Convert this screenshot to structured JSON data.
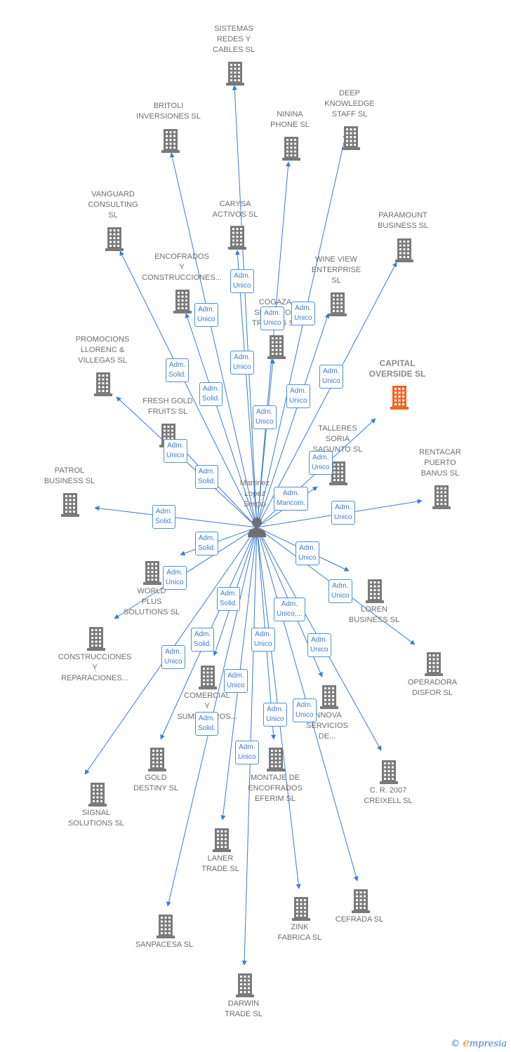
{
  "person": {
    "name": "Martinez\nLopez\nSergio"
  },
  "colors": {
    "edge": "#3a7bd5",
    "building": "#7a7a7a",
    "highlight": "#f26522"
  },
  "companies": [
    {
      "id": "sistemas",
      "name": "SISTEMAS\nREDES Y\nCABLES  SL",
      "role": "Adm.\nUnico",
      "highlight": false
    },
    {
      "id": "britoli",
      "name": "BRITOLI\nINVERSIONES SL",
      "role": "Adm.\nUnico",
      "highlight": false
    },
    {
      "id": "ninina",
      "name": "NININA\nPHONE  SL",
      "role": "Adm.\nUnico",
      "highlight": false
    },
    {
      "id": "deep",
      "name": "DEEP\nKNOWLEDGE\nSTAFF SL",
      "role": "Adm.\nUnico",
      "highlight": false
    },
    {
      "id": "vanguard",
      "name": "VANGUARD\nCONSULTING\nSL",
      "role": "Adm.\nSolid.",
      "highlight": false
    },
    {
      "id": "carysa",
      "name": "CARYSA\nACTIVOS  SL",
      "role": "Adm.\nUnico",
      "highlight": false
    },
    {
      "id": "paramount",
      "name": "PARAMOUNT\nBUSINESS SL",
      "role": "Adm.\nUnico",
      "highlight": false
    },
    {
      "id": "encofrados",
      "name": "ENCOFRADOS\nY\nCONSTRUCCIONES...",
      "role": "Adm.\nSolid.",
      "highlight": false
    },
    {
      "id": "wineview",
      "name": "WINE VIEW\nENTERPRISE\nSL",
      "role": "Adm.\nUnico",
      "highlight": false
    },
    {
      "id": "cogaza",
      "name": "COGAZA\nSERVICIOS\nTRADING SL",
      "role": "Adm.\nUnico",
      "highlight": false
    },
    {
      "id": "promocions",
      "name": "PROMOCIONS\nLLORENC &\nVILLEGAS SL",
      "role": "Adm.\nUnico",
      "highlight": false
    },
    {
      "id": "capital",
      "name": "CAPITAL\nOVERSIDE  SL",
      "role": "Adm.\nUnico",
      "highlight": true
    },
    {
      "id": "freshgold",
      "name": "FRESH GOLD\nFRUITS  SL",
      "role": "Adm.\nSolid.",
      "highlight": false
    },
    {
      "id": "talleres",
      "name": "TALLERES\nSORIA\nSAGUNTO  SL",
      "role": "Adm.\nMancom.",
      "highlight": false
    },
    {
      "id": "rentacar",
      "name": "RENTACAR\nPUERTO\nBANUS SL",
      "role": "Adm.\nUnico",
      "highlight": false
    },
    {
      "id": "patrol",
      "name": "PATROL\nBUSINESS  SL",
      "role": "Adm.\nSolid.",
      "highlight": false
    },
    {
      "id": "worldplus",
      "name": "WORLD\nPLUS\nSOLUTIONS  SL",
      "role": "Adm.\nSolid.",
      "highlight": false
    },
    {
      "id": "loren",
      "name": "LOREN\nBUSINESS  SL",
      "role": "Adm.\nUnico",
      "highlight": false
    },
    {
      "id": "construcciones",
      "name": "CONSTRUCCIONES\nY\nREPARACIONES...",
      "role": "Adm.\nUnico",
      "highlight": false
    },
    {
      "id": "operadora",
      "name": "OPERADORA\nDISFOR  SL",
      "role": "Adm.\nUnico",
      "highlight": false
    },
    {
      "id": "comercial",
      "name": "COMERCIAL\nY\nSUMINISTROS...",
      "role": "Adm.\nSolid.",
      "highlight": false
    },
    {
      "id": "innova",
      "name": "INNOVA\nSERVICIOS\nDE...",
      "role": "Adm.\nUnico,...",
      "highlight": false
    },
    {
      "id": "golddestiny",
      "name": "GOLD\nDESTINY  SL",
      "role": "Adm.\nSolid.",
      "highlight": false
    },
    {
      "id": "creixell",
      "name": "C. R. 2007\nCREIXELL SL",
      "role": "Adm.\nUnico",
      "highlight": false
    },
    {
      "id": "montaje",
      "name": "MONTAJE DE\nENCOFRADOS\nEFERIM SL",
      "role": "Adm.\nUnico",
      "highlight": false
    },
    {
      "id": "signal",
      "name": "SIGNAL\nSOLUTIONS  SL",
      "role": "Adm.\nUnico",
      "highlight": false
    },
    {
      "id": "laner",
      "name": "LANER\nTRADE  SL",
      "role": "Adm.\nUnico",
      "highlight": false
    },
    {
      "id": "cefrada",
      "name": "CEFRADA SL",
      "role": "Adm.\nUnico",
      "highlight": false
    },
    {
      "id": "zink",
      "name": "ZINK\nFABRICA SL",
      "role": "Adm.\nUnico",
      "highlight": false
    },
    {
      "id": "sanpacesa",
      "name": "SANPACESA  SL",
      "role": "Adm.\nSolid.",
      "highlight": false
    },
    {
      "id": "darwin",
      "name": "DARWIN\nTRADE  SL",
      "role": "Adm.\nUnico",
      "highlight": false
    }
  ],
  "footer": {
    "copyright": "©",
    "brand_initial": "e",
    "brand_rest": "mpresia"
  }
}
